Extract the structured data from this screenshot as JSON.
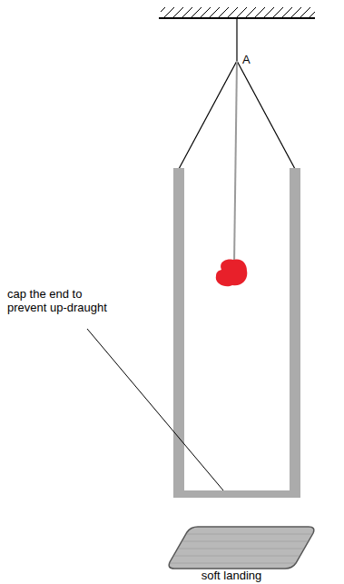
{
  "diagram": {
    "labels": [
      "A",
      "cap the end to prevent up-draught",
      "soft landing"
    ]
  }
}
